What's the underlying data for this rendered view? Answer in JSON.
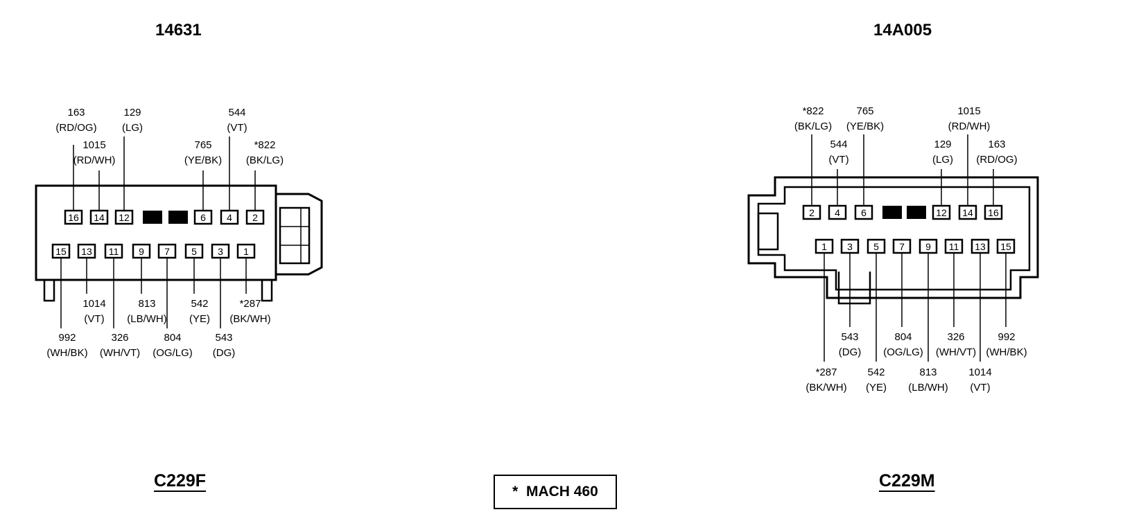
{
  "left": {
    "part_number": "14631",
    "connector_id": "C229F",
    "pins_top": [
      "16",
      "14",
      "12",
      "",
      "",
      "6",
      "4",
      "2"
    ],
    "pins_bottom": [
      "15",
      "13",
      "11",
      "9",
      "7",
      "5",
      "3",
      "1"
    ],
    "wires_top": [
      {
        "circuit": "163",
        "color": "(RD/OG)"
      },
      {
        "circuit": "1015",
        "color": "(RD/WH)"
      },
      {
        "circuit": "129",
        "color": "(LG)"
      },
      {
        "circuit": "765",
        "color": "(YE/BK)"
      },
      {
        "circuit": "544",
        "color": "(VT)"
      },
      {
        "circuit": "*822",
        "color": "(BK/LG)"
      }
    ],
    "wires_bottom": [
      {
        "circuit": "992",
        "color": "(WH/BK)"
      },
      {
        "circuit": "1014",
        "color": "(VT)"
      },
      {
        "circuit": "326",
        "color": "(WH/VT)"
      },
      {
        "circuit": "813",
        "color": "(LB/WH)"
      },
      {
        "circuit": "804",
        "color": "(OG/LG)"
      },
      {
        "circuit": "542",
        "color": "(YE)"
      },
      {
        "circuit": "543",
        "color": "(DG)"
      },
      {
        "circuit": "*287",
        "color": "(BK/WH)"
      }
    ]
  },
  "right": {
    "part_number": "14A005",
    "connector_id": "C229M",
    "pins_top": [
      "2",
      "4",
      "6",
      "",
      "",
      "12",
      "14",
      "16"
    ],
    "pins_bottom": [
      "1",
      "3",
      "5",
      "7",
      "9",
      "11",
      "13",
      "15"
    ],
    "wires_top": [
      {
        "circuit": "*822",
        "color": "(BK/LG)"
      },
      {
        "circuit": "544",
        "color": "(VT)"
      },
      {
        "circuit": "765",
        "color": "(YE/BK)"
      },
      {
        "circuit": "129",
        "color": "(LG)"
      },
      {
        "circuit": "1015",
        "color": "(RD/WH)"
      },
      {
        "circuit": "163",
        "color": "(RD/OG)"
      }
    ],
    "wires_bottom": [
      {
        "circuit": "*287",
        "color": "(BK/WH)"
      },
      {
        "circuit": "543",
        "color": "(DG)"
      },
      {
        "circuit": "542",
        "color": "(YE)"
      },
      {
        "circuit": "804",
        "color": "(OG/LG)"
      },
      {
        "circuit": "813",
        "color": "(LB/WH)"
      },
      {
        "circuit": "326",
        "color": "(WH/VT)"
      },
      {
        "circuit": "1014",
        "color": "(VT)"
      },
      {
        "circuit": "992",
        "color": "(WH/BK)"
      }
    ]
  },
  "footnote": "*  MACH 460",
  "colors": {
    "ink": "#000000",
    "paper": "#ffffff"
  }
}
